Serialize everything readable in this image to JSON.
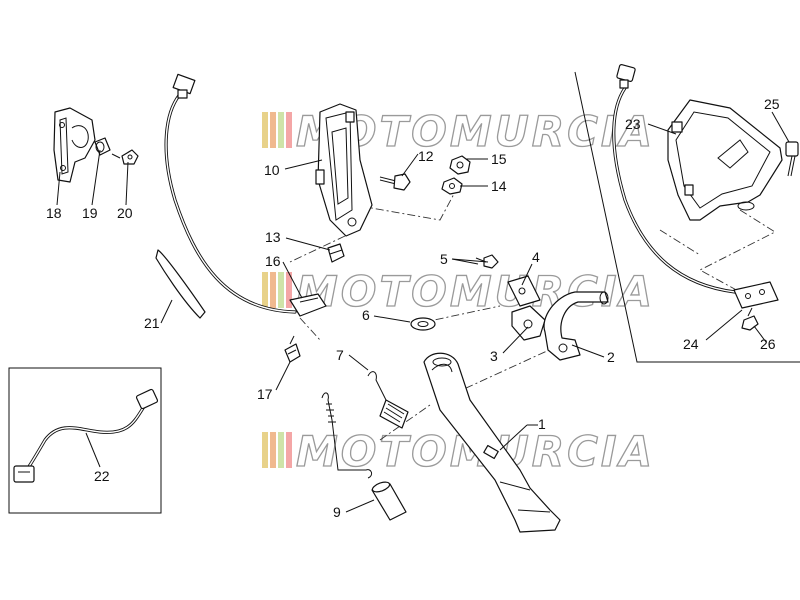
{
  "watermark": {
    "text": "MOTOMURCIA",
    "colors": [
      "#e8d28a",
      "#f0b98f",
      "#cfe3a8",
      "#f4a6a6"
    ]
  },
  "callouts": [
    "1",
    "2",
    "3",
    "4",
    "5",
    "6",
    "7",
    "9",
    "10",
    "12",
    "13",
    "14",
    "15",
    "16",
    "17",
    "18",
    "19",
    "20",
    "21",
    "22",
    "23",
    "24",
    "25",
    "26"
  ]
}
